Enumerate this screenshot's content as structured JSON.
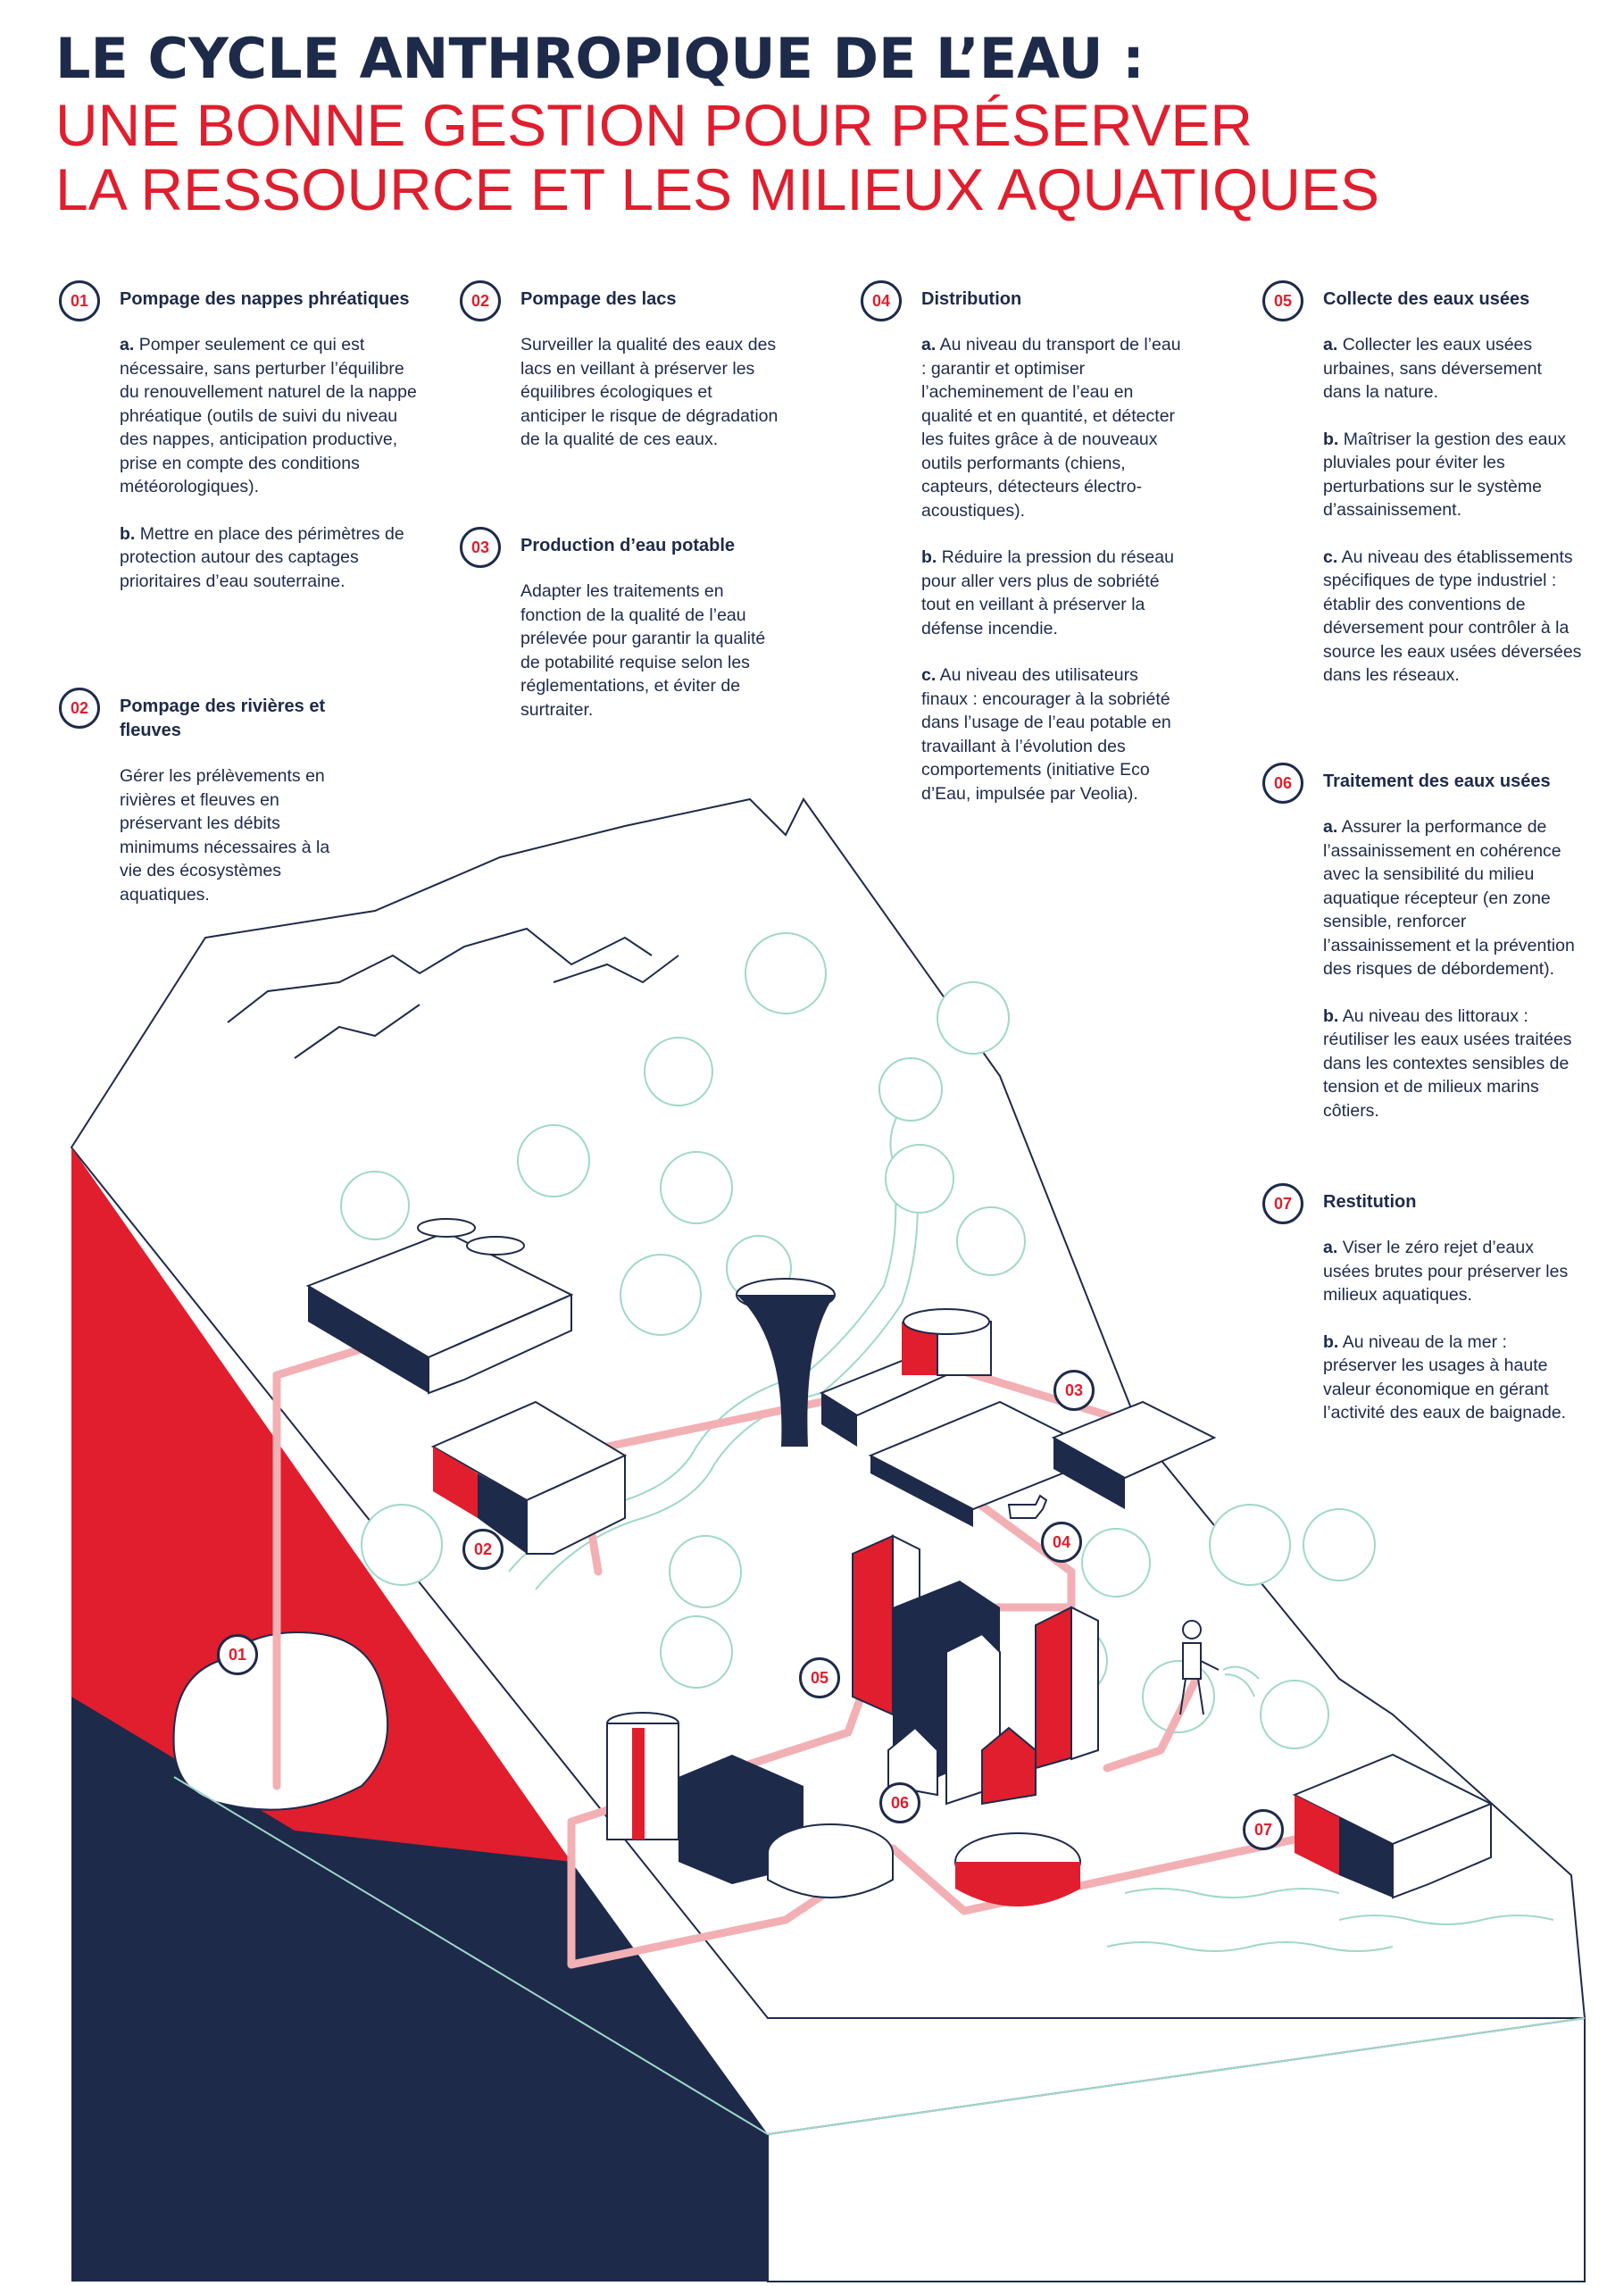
{
  "title": {
    "line1": "LE CYCLE ANTHROPIQUE DE L’EAU :",
    "line2": "UNE BONNE GESTION POUR PRÉSERVER",
    "line3": "LA RESSOURCE ET LES MILIEUX AQUATIQUES"
  },
  "colors": {
    "navy": "#1e2a4a",
    "red": "#e01e2d",
    "green": "#9fd8c8",
    "pipe": "#f2b0b4"
  },
  "sections": {
    "s01": {
      "num": "01",
      "heading": "Pompage des nappes phréatiques",
      "a_label": "a.",
      "a_text": "Pomper seulement ce qui est nécessaire, sans perturber l’équilibre du renouvellement naturel de la nappe phréatique (outils de suivi du niveau des nappes, anticipation productive, prise en compte des conditions météorologiques).",
      "b_label": "b.",
      "b_text": "Mettre en place des périmètres de protection autour des captages prioritaires d’eau souterraine."
    },
    "s02a": {
      "num": "02",
      "heading": "Pompage des rivières et fleuves",
      "text": "Gérer les prélèvements en rivières et fleuves en préservant les débits minimums nécessaires à la vie des écosystèmes aquatiques."
    },
    "s02b": {
      "num": "02",
      "heading": "Pompage des lacs",
      "text": "Surveiller la qualité des eaux des lacs en veillant à préserver les équilibres écologiques et anticiper le risque de dégradation de la qualité de ces eaux."
    },
    "s03": {
      "num": "03",
      "heading": "Production d’eau potable",
      "text": "Adapter les traitements en fonction de la qualité de l’eau prélevée pour garantir la qualité de potabilité requise selon les réglementations, et éviter de surtraiter."
    },
    "s04": {
      "num": "04",
      "heading": "Distribution",
      "a_label": "a.",
      "a_text": "Au niveau du transport de l’eau : garantir et optimiser l’acheminement de l’eau en qualité et en quantité, et détecter les fuites grâce à de nouveaux outils performants (chiens, capteurs, détecteurs électro-acoustiques).",
      "b_label": "b.",
      "b_text": "Réduire la pression du réseau pour aller vers plus de sobriété tout en veillant à préserver la défense incendie.",
      "c_label": "c.",
      "c_text": "Au niveau des utilisateurs finaux : encourager à la sobriété dans l’usage de l’eau potable en travaillant à l’évolution des comportements (initiative Eco d’Eau, impulsée par Veolia)."
    },
    "s05": {
      "num": "05",
      "heading": "Collecte des eaux usées",
      "a_label": "a.",
      "a_text": "Collecter les eaux usées urbaines, sans déversement dans la nature.",
      "b_label": "b.",
      "b_text": "Maîtriser la gestion des eaux pluviales pour éviter les perturbations sur le système d’assainissement.",
      "c_label": "c.",
      "c_text": "Au niveau des établissements spécifiques de type industriel : établir des conventions de déversement pour contrôler à la source les eaux usées déversées dans les réseaux."
    },
    "s06": {
      "num": "06",
      "heading": "Traitement des eaux usées",
      "a_label": "a.",
      "a_text": "Assurer la performance de l’assainissement en cohérence avec la sensibilité du milieu aquatique récepteur (en zone sensible, renforcer l’assainissement et la prévention des risques de débordement).",
      "b_label": "b.",
      "b_text": "Au niveau des littoraux : réutiliser les eaux usées traitées dans les contextes sensibles de tension et de milieux marins côtiers."
    },
    "s07": {
      "num": "07",
      "heading": "Restitution",
      "a_label": "a.",
      "a_text": "Viser le zéro rejet d’eaux usées brutes pour préserver les milieux aquatiques.",
      "b_label": "b.",
      "b_text": "Au niveau de la mer : préserver les usages à haute valeur économique en gérant l’activité des eaux de baignade."
    }
  },
  "markers": {
    "m01": "01",
    "m02": "02",
    "m03": "03",
    "m04": "04",
    "m05": "05",
    "m06": "06",
    "m07": "07"
  }
}
